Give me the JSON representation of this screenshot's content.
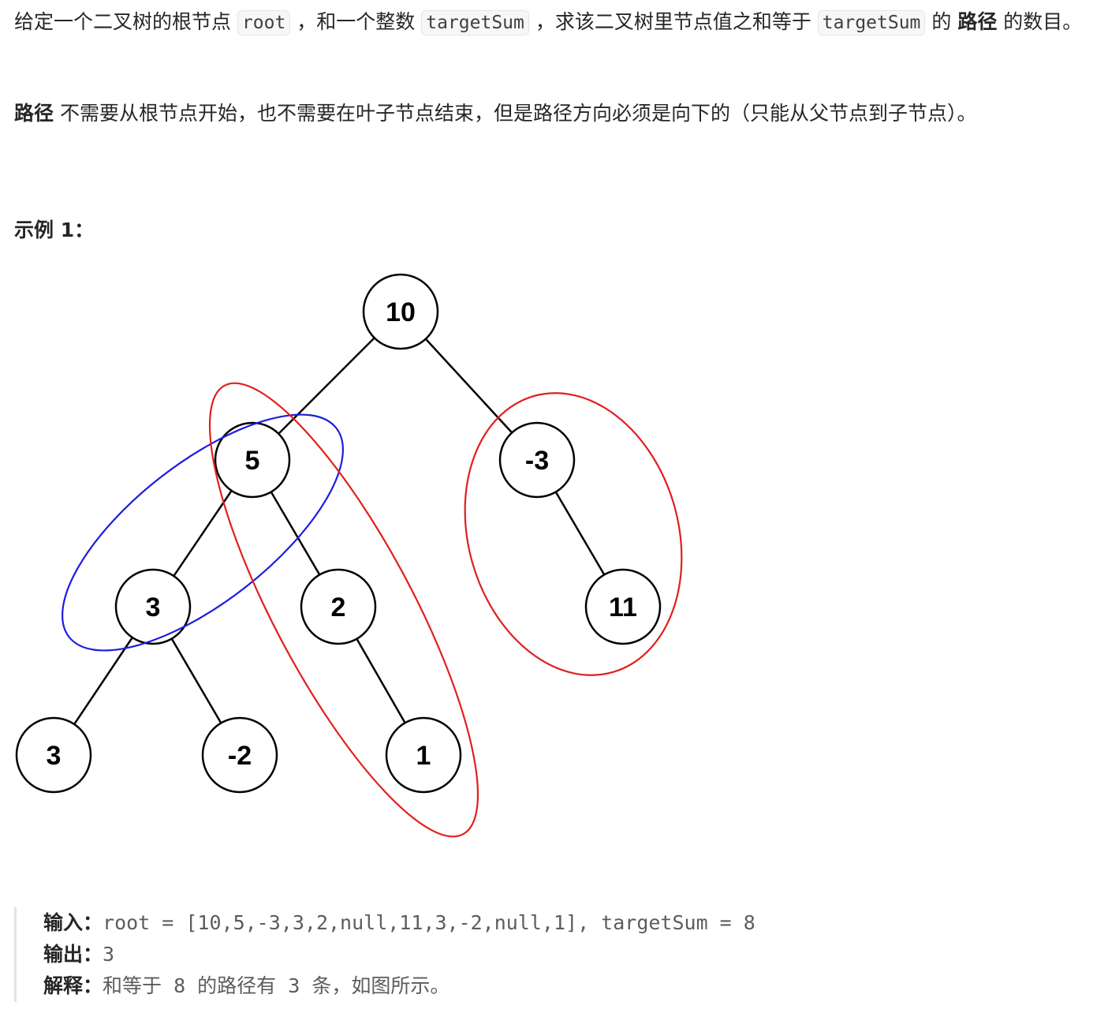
{
  "description": {
    "p1_a": "给定一个二叉树的根节点 ",
    "code_root": "root",
    "p1_b": " ，和一个整数 ",
    "code_target1": "targetSum",
    "p1_c": " ，求该二叉树里节点值之和等于 ",
    "code_target2": "targetSum",
    "p1_d": " 的 ",
    "p1_bold": "路径",
    "p1_e": " 的数目。",
    "p2_bold": "路径",
    "p2_text": " 不需要从根节点开始，也不需要在叶子节点结束，但是路径方向必须是向下的（只能从父节点到子节点）。"
  },
  "example": {
    "title": "示例 1：",
    "tree_nodes": [
      "10",
      "5",
      "-3",
      "3",
      "2",
      "11",
      "3",
      "-2",
      "1"
    ],
    "input_label": "输入：",
    "input_value": "root = [10,5,-3,3,2,null,11,3,-2,null,1], targetSum = 8",
    "output_label": "输出：",
    "output_value": "3",
    "explain_label": "解释：",
    "explain_value": "和等于 8 的路径有 3 条，如图所示。"
  },
  "colors": {
    "highlight_red": "#e0201c",
    "highlight_blue": "#1d1de0"
  }
}
